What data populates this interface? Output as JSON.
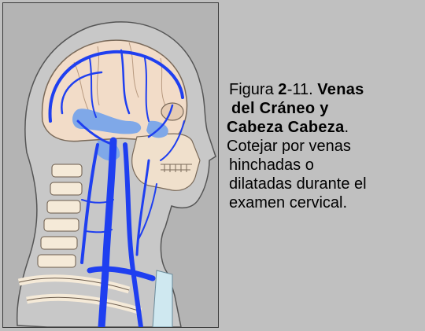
{
  "figure": {
    "image_label": "head-and-neck-veins-illustration"
  },
  "caption": {
    "fig_prefix": "Figura ",
    "fig_number_bold": "2",
    "fig_number_rest": "-11. ",
    "title_part1": "Venas",
    "title_part2": "del Cráneo y",
    "title_part3": "Cabeza Cabeza",
    "title_period": ".",
    "desc_line1": "Cotejar por venas",
    "desc_line2": "hinchadas o",
    "desc_line3": "dilatadas durante el",
    "desc_line4": "examen cervical."
  },
  "colors": {
    "background": "#c0c0c0",
    "frame_fill": "#b4b4b4",
    "vein_blue": "#1f3ff0",
    "sinus_light_blue": "#7fa8e8",
    "skull": "#f2dcc8",
    "bone": "#f5ead8"
  }
}
